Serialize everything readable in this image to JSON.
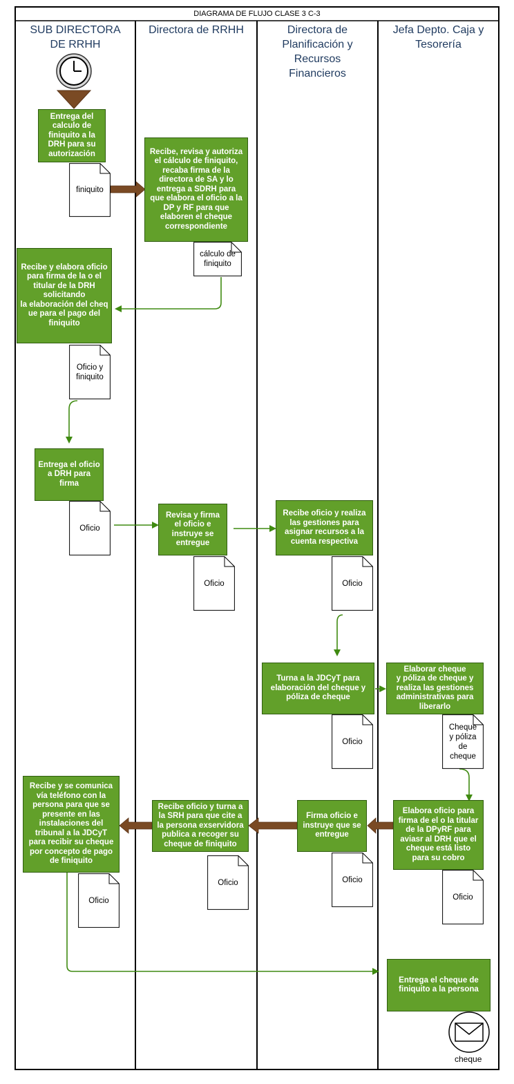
{
  "title": "DIAGRAMA DE FLUJO CLASE 3 C-3",
  "lanes": [
    {
      "title": "SUB DIRECTORA\nDE RRHH"
    },
    {
      "title": "Directora de RRHH"
    },
    {
      "title": "Directora de\nPlanificación y\nRecursos\nFinancieros"
    },
    {
      "title": "Jefa Depto. Caja y\nTesorería"
    }
  ],
  "steps": [
    {
      "text": "Entrega del\ncalculo de\nfiniquito a la\nDRH para su\nautorización"
    },
    {
      "text": "Recibe, revisa y autoriza\nel cálculo de finiquito,\nrecaba firma de la\ndirectora de SA y lo\nentrega a SDRH para\nque elabora el oficio a la\nDP y RF para que\nelaboren el cheque\ncorrespondiente"
    },
    {
      "text": "Recibe y elabora oficio\npara firma de la o el\ntitular de la DRH\nsolicitando\nla elaboración del cheq\nue para el pago del\nfiniquito"
    },
    {
      "text": "Entrega el oficio\na DRH para\nfirma"
    },
    {
      "text": "Revisa y firma\nel oficio e\ninstruye se\nentregue"
    },
    {
      "text": "Recibe oficio y realiza\nlas gestiones para\nasignar recursos a la\ncuenta respectiva"
    },
    {
      "text": "Turna a la JDCyT para\nelaboración del cheque y\npóliza de cheque"
    },
    {
      "text": "Elaborar cheque\ny póliza de cheque y\nrealiza las gestiones\nadministrativas para\nliberarlo"
    },
    {
      "text": "Elabora oficio para\nfirma de el o la titular\nde la DPyRF para\naviasr al DRH que el\ncheque está listo\npara su cobro"
    },
    {
      "text": "Firma oficio e\ninstruye que se\nentregue"
    },
    {
      "text": "Recibe oficio y turna a\nla SRH para que cite a\nla persona exservidora\npublica a recoger su\ncheque de finiquito"
    },
    {
      "text": "Recibe y se comunica\nvía teléfono con la\npersona para que se\npresente en las\ninstalaciones del\ntribunal a la JDCyT\npara recibir su cheque\npor concepto de pago\nde finiquito"
    },
    {
      "text": "Entrega el cheque de\nfiniquito a la persona"
    }
  ],
  "documents": [
    {
      "text": "finiquito"
    },
    {
      "text": "cálculo de\nfiniquito"
    },
    {
      "text": "Oficio y\nfiniquito"
    },
    {
      "text": "Oficio"
    },
    {
      "text": "Oficio"
    },
    {
      "text": "Oficio"
    },
    {
      "text": "Oficio"
    },
    {
      "text": "Cheque\ny póliza\nde\ncheque"
    },
    {
      "text": "Oficio"
    },
    {
      "text": "Oficio"
    },
    {
      "text": "Oficio"
    },
    {
      "text": "Oficio"
    }
  ],
  "end_label": "cheque",
  "colors": {
    "step_fill": "#62a02a",
    "step_border": "#2e5c0e",
    "flow_arrow": "#3f8a10",
    "block_arrow": "#7a4a24",
    "lane_title": "#1f3a5f"
  },
  "icons": [
    "clock-icon",
    "envelope-icon"
  ]
}
